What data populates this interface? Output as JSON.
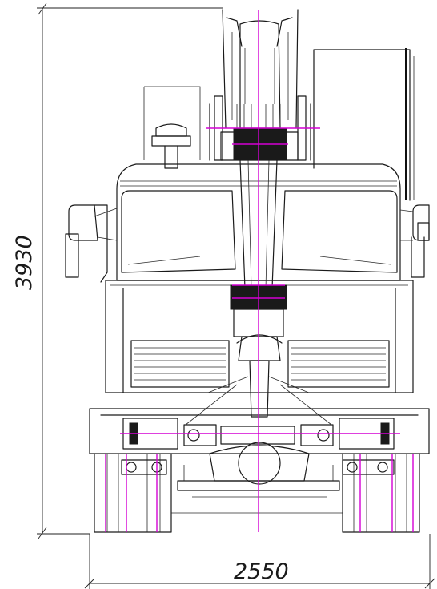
{
  "drawing": {
    "view": "front",
    "dimensions": {
      "height": "3930",
      "width": "2550"
    },
    "colors": {
      "line": "#1a1a1a",
      "centerline": "#d400d4",
      "background": "#ffffff"
    }
  }
}
